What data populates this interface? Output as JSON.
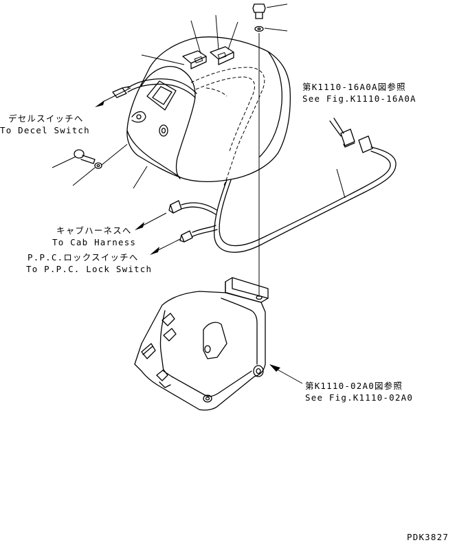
{
  "labels": {
    "decel_jp": "デセルスイッチへ",
    "decel_en": "To Decel Switch",
    "cab_jp": "キャブハーネスへ",
    "cab_en": "To Cab Harness",
    "ppc_jp": "P.P.C.ロックスイッチへ",
    "ppc_en": "To P.P.C. Lock Switch",
    "ref_top_jp": "第K1110-16A0A図参照",
    "ref_top_en": "See Fig.K1110-16A0A",
    "ref_bot_jp": "第K1110-02A0図参照",
    "ref_bot_en": "See Fig.K1110-02A0"
  },
  "drawing_number": "PDK3827"
}
